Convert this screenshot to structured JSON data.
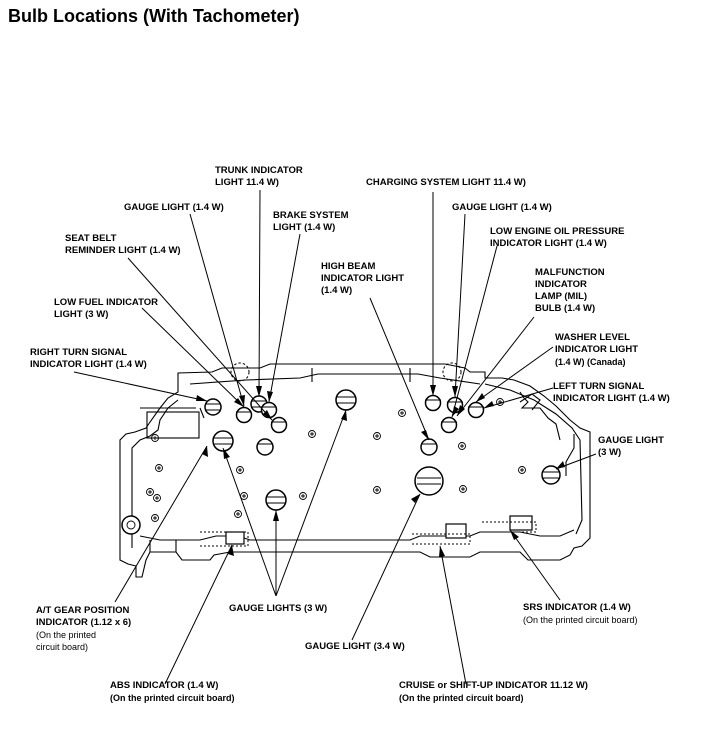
{
  "title": "Bulb Locations (With Tachometer)",
  "labels": {
    "trunk_1": "TRUNK INDICATOR",
    "trunk_2": "LIGHT 11.4 W)",
    "charging": "CHARGING SYSTEM LIGHT 11.4 W)",
    "gauge_left": "GAUGE LIGHT (1.4 W)",
    "brake_1": "BRAKE SYSTEM",
    "brake_2": "LIGHT (1.4 W)",
    "gauge_right": "GAUGE LIGHT (1.4 W)",
    "seatbelt_1": "SEAT BELT",
    "seatbelt_2": "REMINDER LIGHT (1.4 W)",
    "oil_1": "LOW ENGINE OIL PRESSURE",
    "oil_2": "INDICATOR LIGHT (1.4 W)",
    "highbeam_1": "HIGH BEAM",
    "highbeam_2": "INDICATOR LIGHT",
    "highbeam_3": "(1.4 W)",
    "mil_1": "MALFUNCTION",
    "mil_2": "INDICATOR",
    "mil_3": "LAMP (MIL)",
    "mil_4": "BULB (1.4 W)",
    "fuel_1": "LOW FUEL INDICATOR",
    "fuel_2": "LIGHT (3 W)",
    "washer_1": "WASHER LEVEL",
    "washer_2": "INDICATOR LIGHT",
    "washer_3": "(1.4 W) (Canada)",
    "rturn_1": "RIGHT TURN SIGNAL",
    "rturn_2": "INDICATOR LIGHT (1.4 W)",
    "lturn_1": "LEFT TURN SIGNAL",
    "lturn_2": "INDICATOR LIGHT (1.4 W)",
    "gauge3_1": "GAUGE LIGHT",
    "gauge3_2": "(3 W)",
    "atgear_1": "A/T GEAR POSITION",
    "atgear_2": "INDICATOR (1.12 x 6)",
    "atgear_3": "(On the printed",
    "atgear_4": "circuit board)",
    "gauge_lights": "GAUGE LIGHTS (3 W)",
    "srs_1": "SRS INDICATOR (1.4 W)",
    "srs_2": "(On the printed circuit board)",
    "gauge34": "GAUGE LIGHT (3.4 W)",
    "abs_1": "ABS INDICATOR (1.4 W)",
    "abs_2": "(On the printed circuit board)",
    "cruise_1": "CRUISE or SHIFT-UP INDICATOR 11.12 W)",
    "cruise_2": "(On the printed circuit board)"
  }
}
